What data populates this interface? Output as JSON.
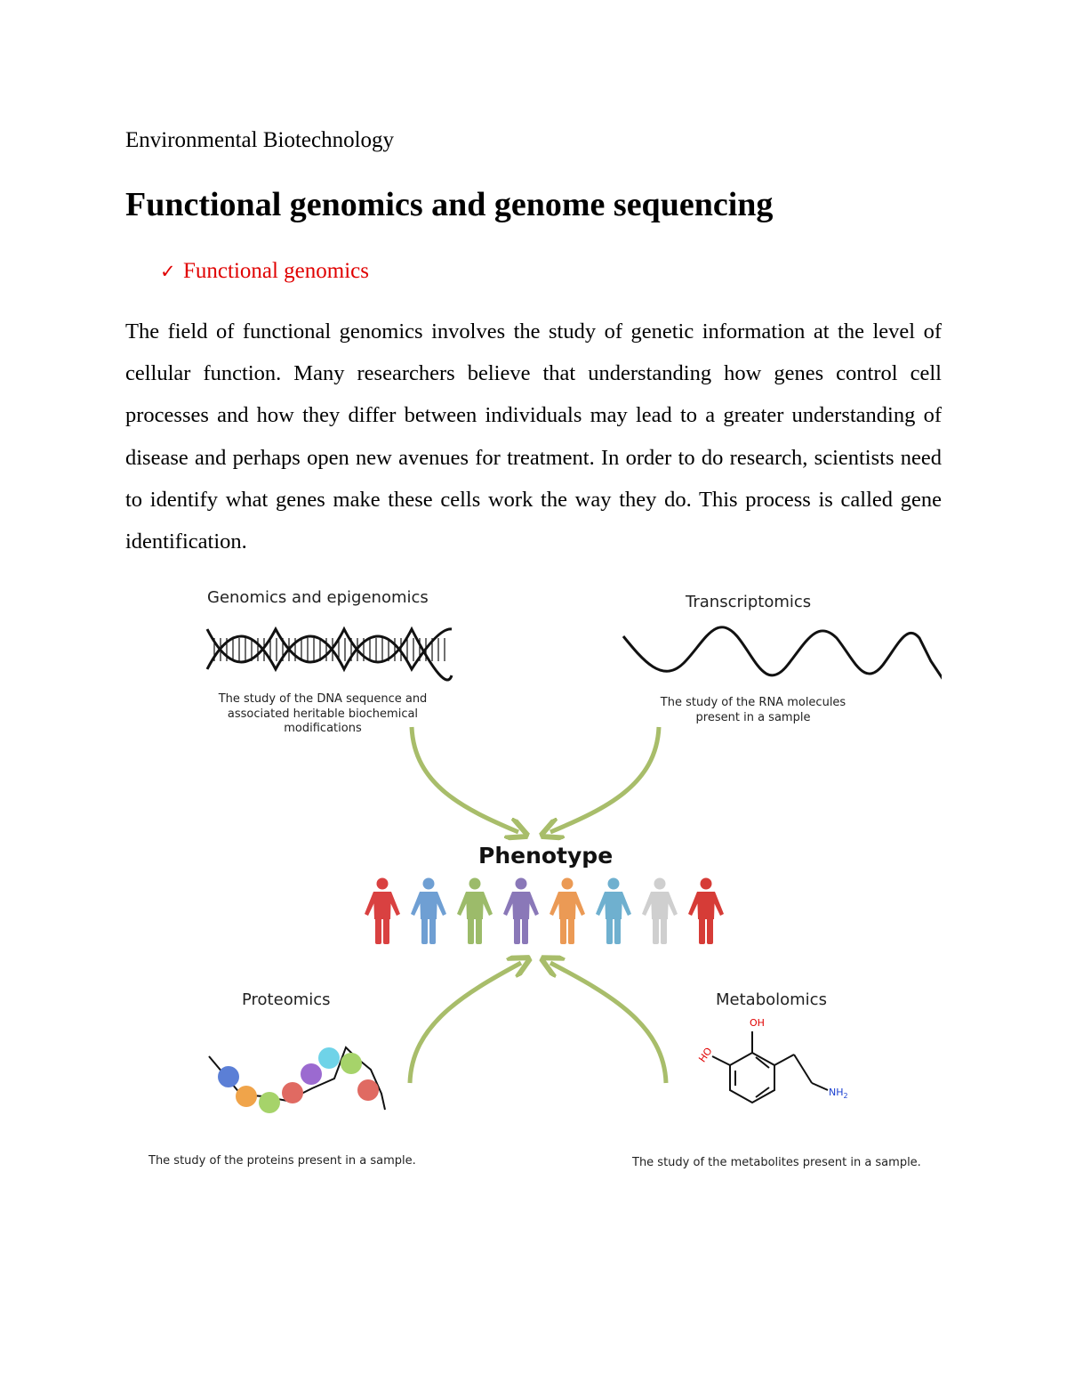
{
  "document": {
    "subject": "Environmental Biotechnology",
    "title": "Functional genomics and genome sequencing",
    "section_heading": "Functional genomics",
    "check_icon": "check-icon",
    "paragraph": "The field of functional genomics involves the study of genetic information at the level of cellular function. Many researchers believe that understanding how genes control cell processes and how they differ between individuals may lead to a greater understanding of disease and perhaps open new avenues for treatment. In order to do research, scientists need to identify what genes make these cells work the way they do. This process is called gene identification."
  },
  "figure": {
    "center_label": "Phenotype",
    "genomics": {
      "heading": "Genomics and epigenomics",
      "caption": "The study of the DNA sequence and associated heritable biochemical modifications",
      "icon": "dna-helix-icon"
    },
    "transcriptomics": {
      "heading": "Transcriptomics",
      "caption": "The study of the RNA  molecules present in a sample",
      "icon": "rna-wave-icon"
    },
    "proteomics": {
      "heading": "Proteomics",
      "caption": "The study of the proteins present in a sample.",
      "icon": "protein-chain-icon"
    },
    "metabolomics": {
      "heading": "Metabolomics",
      "caption": "The study of the metabolites present in a sample.",
      "icon": "dopamine-molecule-icon",
      "atoms": {
        "oh_top": "OH",
        "ho_left": "HO",
        "nh2": "NH",
        "nh2_sub": "2"
      }
    },
    "arrow_color": "#a8bd6a",
    "person_colors": [
      "#d94141",
      "#6f9fd3",
      "#9cbb6a",
      "#8a78b8",
      "#eb9a55",
      "#6fb0cf",
      "#cfcfcf",
      "#d63c37"
    ]
  }
}
